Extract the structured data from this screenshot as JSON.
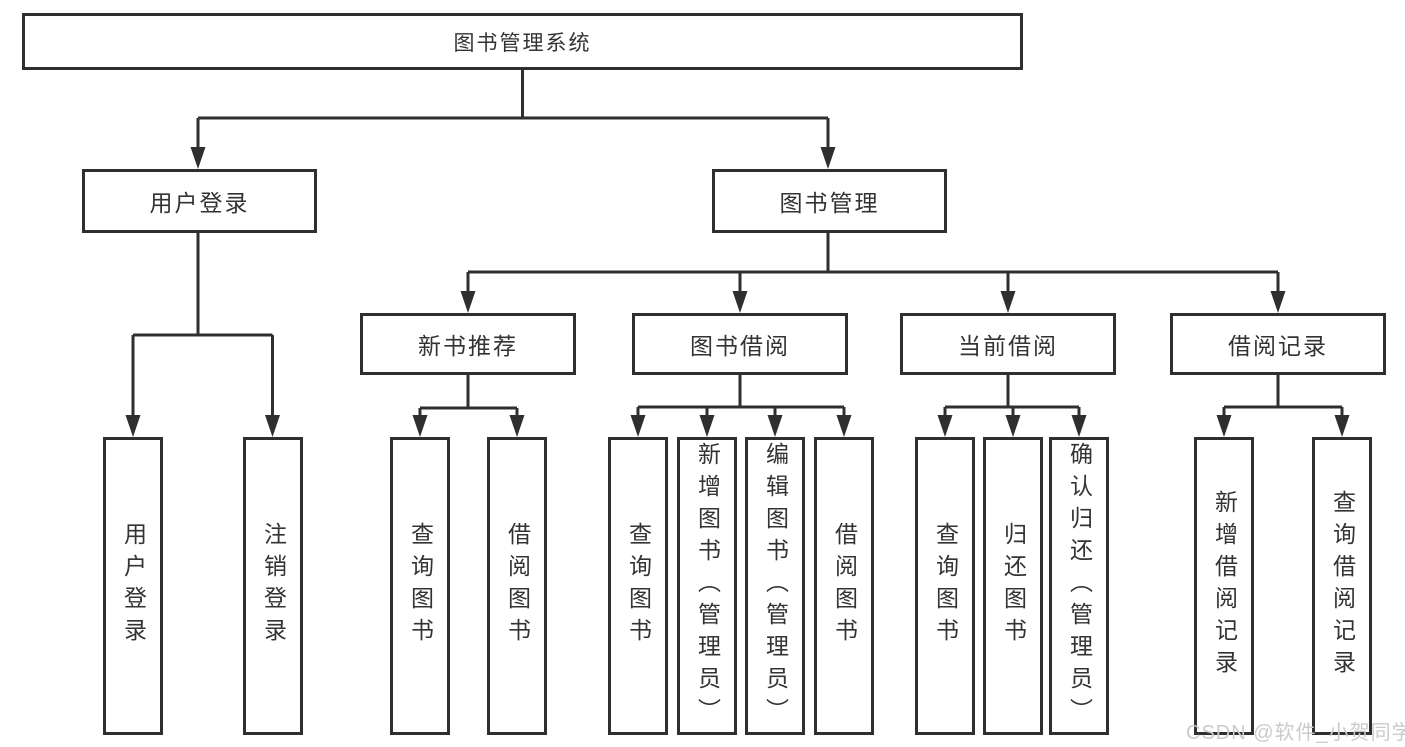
{
  "tree": {
    "root": {
      "label": "图书管理系统",
      "children": [
        {
          "label": "用户登录",
          "children": [
            {
              "label": "用户登录"
            },
            {
              "label": "注销登录"
            }
          ]
        },
        {
          "label": "图书管理",
          "children": [
            {
              "label": "新书推荐",
              "children": [
                {
                  "label": "查询图书"
                },
                {
                  "label": "借阅图书"
                }
              ]
            },
            {
              "label": "图书借阅",
              "children": [
                {
                  "label": "查询图书"
                },
                {
                  "label": "新增图书（管理员）"
                },
                {
                  "label": "编辑图书（管理员）"
                },
                {
                  "label": "借阅图书"
                }
              ]
            },
            {
              "label": "当前借阅",
              "children": [
                {
                  "label": "查询图书"
                },
                {
                  "label": "归还图书"
                },
                {
                  "label": "确认归还（管理员）"
                }
              ]
            },
            {
              "label": "借阅记录",
              "children": [
                {
                  "label": "新增借阅记录"
                },
                {
                  "label": "查询借阅记录"
                }
              ]
            }
          ]
        }
      ]
    }
  },
  "watermark": {
    "text": "CSDN @软件_小贺同学"
  },
  "colors": {
    "line": "#2f2f2f",
    "box_border": "#2f2f2f",
    "text": "#333333",
    "watermark": "#cbcbcb",
    "background": "#ffffff"
  }
}
